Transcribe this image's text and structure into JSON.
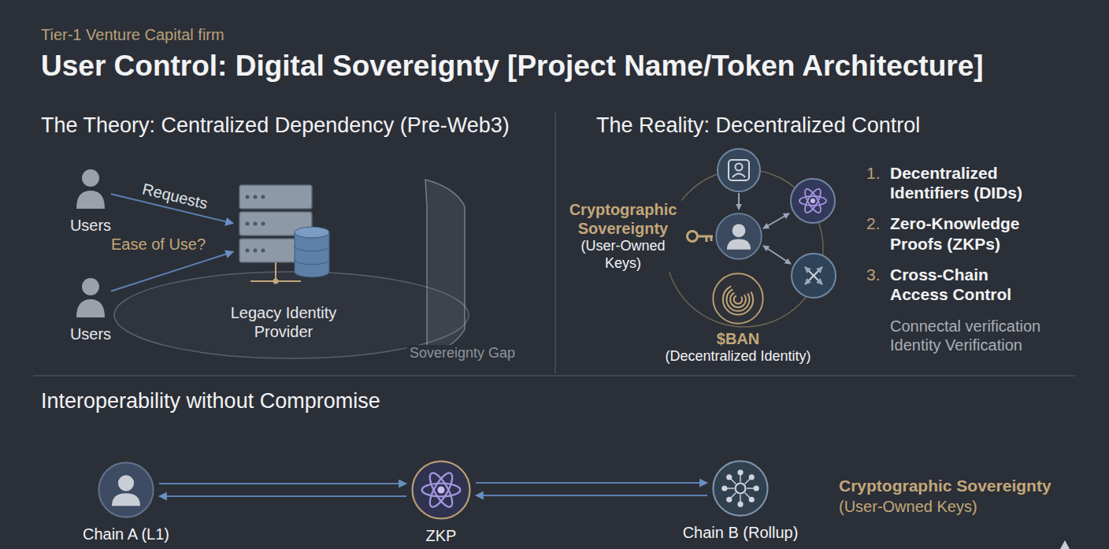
{
  "diagram": {
    "title": "User Control: Digital Sovereignty [Project Name/Token Architecture]",
    "nodes": [
      {
        "text": [
          "Users"
        ]
      },
      {
        "text": [
          "Users"
        ]
      },
      {
        "text": [
          "Legacy Identity Provider"
        ]
      },
      {
        "text": [
          "Cryptographic Sovereignty",
          "(User-Owned Keys)"
        ]
      },
      {
        "text": [
          "$BAN",
          "(Decentralized Identity)"
        ]
      },
      {
        "text": [
          "Chain A (L1)"
        ]
      },
      {
        "text": [
          "ZKP"
        ]
      },
      {
        "text": [
          "Chain B (Rollup)"
        ]
      }
    ],
    "edges": [
      {
        "from": 0,
        "to": 2,
        "arrow": "to",
        "label": "Requests"
      },
      {
        "from": 1,
        "to": 2,
        "arrow": "to"
      },
      {
        "from": 5,
        "to": 6,
        "arrow": "to"
      },
      {
        "from": 6,
        "to": 5,
        "arrow": "to"
      },
      {
        "from": 6,
        "to": 7,
        "arrow": "to"
      },
      {
        "from": 7,
        "to": 6,
        "arrow": "to"
      }
    ],
    "labels": [
      "Tier-1 Venture Capital firm",
      "The Theory: Centralized Dependency (Pre-Web3)",
      "Ease of Use?",
      "Sovereignty Gap",
      "The Reality: Decentralized Control",
      "1.",
      "Decentralized Identifiers (DIDs)",
      "2.",
      "Zero-Knowledge Proofs (ZKPs)",
      "3.",
      "Cross-Chain Access Control",
      "Connectal verification",
      "Identity Verification",
      "Interoperability without Compromise",
      "Cryptographic Sovereignty",
      "(User-Owned Keys)"
    ]
  }
}
